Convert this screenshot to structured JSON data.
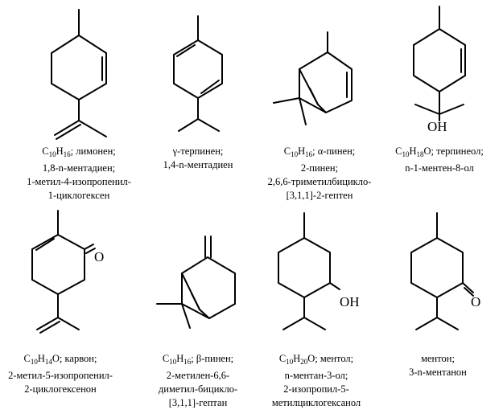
{
  "molecules": [
    {
      "id": "limonene",
      "caption": [
        "C10H16; лимонен;",
        "1,8-n-ментадиен;",
        "1-метил-4-изопропенил-",
        "1-циклогексен"
      ]
    },
    {
      "id": "gamma-terpinene",
      "caption": [
        "γ-терпинен;",
        "1,4-n-ментадиен"
      ]
    },
    {
      "id": "alpha-pinene",
      "caption": [
        "C10H16; α-пинен;",
        "2-пинен;",
        "2,6,6-триметилбицикло-",
        "[3,1,1]-2-гептен"
      ]
    },
    {
      "id": "terpineol",
      "caption": [
        "C10H18O; терпинеол;",
        "n-1-ментен-8-ол"
      ],
      "atom_label": "OH"
    },
    {
      "id": "carvone",
      "caption": [
        "C10H14O; карвон;",
        "2-метил-5-изопропенил-",
        "2-циклогексенон"
      ],
      "atom_label": "O"
    },
    {
      "id": "beta-pinene",
      "caption": [
        "C10H16; β-пинен;",
        "2-метилен-6,6-",
        "диметил-бицикло-",
        "[3,1,1]-гептан"
      ]
    },
    {
      "id": "menthol",
      "caption": [
        "C10H20O; ментол;",
        "n-ментан-3-ол;",
        "2-изопропил-5-",
        "метилциклогексанол"
      ],
      "atom_label": "OH"
    },
    {
      "id": "menthone",
      "caption": [
        "ментон;",
        "3-n-ментанон"
      ],
      "atom_label": "O"
    }
  ]
}
